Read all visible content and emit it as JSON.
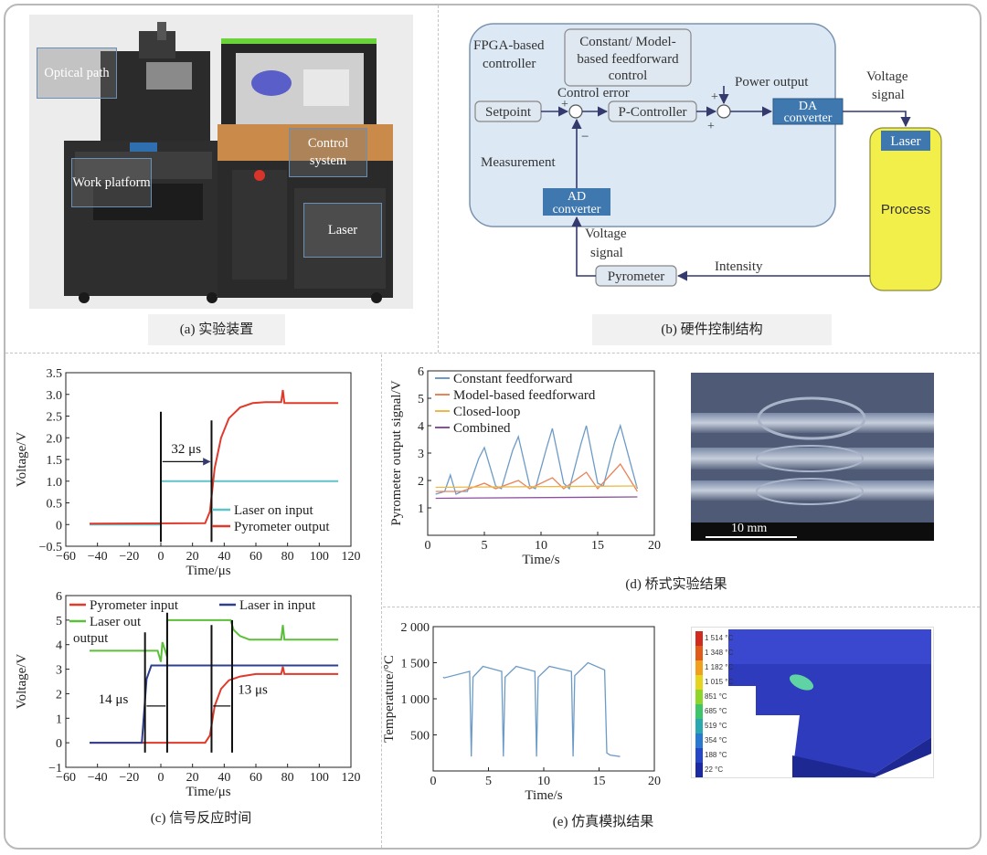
{
  "panel_a": {
    "caption": "(a) 实验装置",
    "labels": {
      "optical": "Optical path",
      "work": "Work platform",
      "control": "Control system",
      "laser": "Laser"
    }
  },
  "panel_b": {
    "caption": "(b) 硬件控制结构",
    "fpga": "FPGA-based controller",
    "feedforward": "Constant/ Model-based feedforward control",
    "setpoint": "Setpoint",
    "control_error": "Control error",
    "p_controller": "P-Controller",
    "power_output": "Power output",
    "da": "DA converter",
    "voltage_signal_top": "Voltage signal",
    "laser": "Laser",
    "process": "Process",
    "measurement": "Measurement",
    "ad": "AD converter",
    "voltage_signal_bottom": "Voltage signal",
    "pyrometer": "Pyrometer",
    "intensity": "Intensity",
    "plus1": "+",
    "minus": "−",
    "plus2": "+",
    "plus3": "+"
  },
  "panel_c": {
    "caption": "(c) 信号反应时间",
    "top": {
      "ylabel": "Voltage/V",
      "xlabel": "Time/μs",
      "annotation": "32 μs",
      "legend": [
        "Laser on input",
        "Pyrometer output"
      ]
    },
    "bottom": {
      "ylabel": "Voltage/V",
      "xlabel": "Time/μs",
      "annotation1": "14 μs",
      "annotation2": "13 μs",
      "legend": [
        "Pyrometer input",
        "Laser in input",
        "Laser out",
        "output"
      ]
    }
  },
  "panel_d": {
    "caption": "(d) 桥式实验结果",
    "ylabel": "Pyrometer output signal/V",
    "xlabel": "Time/s",
    "legend": [
      "Constant feedforward",
      "Model-based feedforward",
      "Closed-loop",
      "Combined"
    ],
    "scale": "10 mm"
  },
  "panel_e": {
    "caption": "(e) 仿真模拟结果",
    "ylabel": "Temperature/°C",
    "xlabel": "Time/s",
    "colorbar": [
      "1 514 °C",
      "1 348 °C",
      "1 182 °C",
      "1 015 °C",
      "851 °C",
      "685 °C",
      "519 °C",
      "354 °C",
      "188 °C",
      "22 °C"
    ]
  },
  "colors": {
    "cyan": "#5fc3c7",
    "red": "#e03a2c",
    "green": "#5cbf3a",
    "navy": "#2f3e8f",
    "blue_series": "#6c9bc7",
    "orange_series": "#e8845a",
    "yellow_series": "#eab94a",
    "purple_series": "#8a4f9e",
    "box_fill": "#dce9f5",
    "dark_box": "#3f78ae",
    "process_fill": "#f2ee4a"
  },
  "chart_data": [
    {
      "id": "c-top",
      "type": "line",
      "xlabel": "Time/μs",
      "ylabel": "Voltage/V",
      "xlim": [
        -60,
        120
      ],
      "ylim": [
        -0.5,
        3.5
      ],
      "xticks": [
        -60,
        -40,
        -20,
        0,
        20,
        40,
        60,
        80,
        100,
        120
      ],
      "yticks": [
        -0.5,
        0,
        0.5,
        1.0,
        1.5,
        2.0,
        2.5,
        3.0,
        3.5
      ],
      "series": [
        {
          "name": "Laser on input",
          "x": [
            -45,
            0,
            0,
            112
          ],
          "y": [
            0,
            0,
            1.0,
            1.0
          ]
        },
        {
          "name": "Pyrometer output",
          "x": [
            -45,
            28,
            31,
            34,
            38,
            43,
            50,
            58,
            66,
            76,
            77,
            78,
            90,
            112
          ],
          "y": [
            0.02,
            0.03,
            0.3,
            1.3,
            2.0,
            2.45,
            2.7,
            2.8,
            2.82,
            2.82,
            3.1,
            2.8,
            2.8,
            2.8
          ]
        }
      ],
      "annotations": [
        {
          "text": "32 μs",
          "x1": 0,
          "x2": 32
        }
      ]
    },
    {
      "id": "c-bottom",
      "type": "line",
      "xlabel": "Time/μs",
      "ylabel": "Voltage/V",
      "xlim": [
        -60,
        120
      ],
      "ylim": [
        -1,
        6
      ],
      "xticks": [
        -60,
        -40,
        -20,
        0,
        20,
        40,
        60,
        80,
        100,
        120
      ],
      "yticks": [
        -1,
        0,
        1,
        2,
        3,
        4,
        5,
        6
      ],
      "series": [
        {
          "name": "Pyrometer input",
          "x": [
            -45,
            28,
            31,
            34,
            38,
            43,
            50,
            60,
            76,
            77,
            78,
            112
          ],
          "y": [
            0,
            0,
            0.3,
            1.5,
            2.2,
            2.55,
            2.7,
            2.8,
            2.8,
            3.1,
            2.8,
            2.8
          ]
        },
        {
          "name": "Laser in input",
          "x": [
            -45,
            -12,
            -9,
            -6,
            112
          ],
          "y": [
            0,
            0,
            2.6,
            3.15,
            3.15
          ]
        },
        {
          "name": "Laser out output",
          "x": [
            -45,
            -2,
            0,
            1,
            4,
            4,
            44,
            46,
            50,
            56,
            76,
            77,
            78,
            112
          ],
          "y": [
            3.75,
            3.75,
            3.3,
            4.1,
            3.5,
            5.0,
            5.0,
            4.6,
            4.35,
            4.2,
            4.2,
            4.8,
            4.2,
            4.2
          ]
        }
      ],
      "annotations": [
        {
          "text": "14 μs",
          "x1": -10,
          "x2": 4
        },
        {
          "text": "13 μs",
          "x1": 32,
          "x2": 45
        }
      ]
    },
    {
      "id": "d",
      "type": "line",
      "xlabel": "Time/s",
      "ylabel": "Pyrometer output signal/V",
      "xlim": [
        0,
        20
      ],
      "ylim": [
        0,
        6
      ],
      "xticks": [
        0,
        5,
        10,
        15,
        20
      ],
      "yticks": [
        1,
        2,
        3,
        4,
        5,
        6
      ],
      "series": [
        {
          "name": "Constant feedforward",
          "x": [
            0.7,
            1.5,
            2,
            2.5,
            3,
            3.5,
            4.5,
            5,
            6,
            6.5,
            7.5,
            8,
            9,
            9.5,
            10.5,
            11,
            12,
            12.5,
            13.5,
            14,
            15,
            15.5,
            16.5,
            17,
            18.5
          ],
          "y": [
            1.5,
            1.6,
            2.2,
            1.5,
            1.6,
            1.6,
            2.8,
            3.2,
            1.8,
            1.7,
            3.1,
            3.6,
            1.8,
            1.7,
            3.2,
            3.9,
            1.9,
            1.7,
            3.3,
            4.0,
            1.9,
            1.8,
            3.4,
            4.0,
            1.7
          ]
        },
        {
          "name": "Model-based feedforward",
          "x": [
            0.7,
            3,
            5,
            6,
            8,
            9,
            11,
            12,
            14,
            15,
            17,
            18.5
          ],
          "y": [
            1.6,
            1.6,
            1.9,
            1.7,
            2.0,
            1.7,
            2.1,
            1.7,
            2.3,
            1.7,
            2.6,
            1.6
          ]
        },
        {
          "name": "Closed-loop",
          "x": [
            0.7,
            18.5
          ],
          "y": [
            1.75,
            1.8
          ]
        },
        {
          "name": "Combined",
          "x": [
            0.7,
            18.5
          ],
          "y": [
            1.35,
            1.4
          ]
        }
      ]
    },
    {
      "id": "e",
      "type": "line",
      "xlabel": "Time/s",
      "ylabel": "Temperature/°C",
      "xlim": [
        0,
        20
      ],
      "ylim": [
        0,
        2000
      ],
      "xticks": [
        0,
        5,
        10,
        15,
        20
      ],
      "yticks": [
        500,
        1000,
        1500,
        2000
      ],
      "ytick_labels": [
        "500",
        "1 000",
        "1 500",
        "2 000"
      ],
      "series": [
        {
          "name": "temperature",
          "x": [
            0.9,
            1.0,
            3.3,
            3.45,
            3.6,
            4.5,
            6.2,
            6.35,
            6.5,
            7.5,
            9.2,
            9.35,
            9.5,
            10.5,
            12.5,
            12.65,
            12.8,
            14,
            15.5,
            15.7,
            16.0,
            16.9
          ],
          "y": [
            1300,
            1290,
            1380,
            200,
            1300,
            1450,
            1380,
            200,
            1300,
            1450,
            1380,
            200,
            1300,
            1450,
            1380,
            200,
            1320,
            1500,
            1400,
            250,
            220,
            200
          ]
        }
      ]
    }
  ]
}
